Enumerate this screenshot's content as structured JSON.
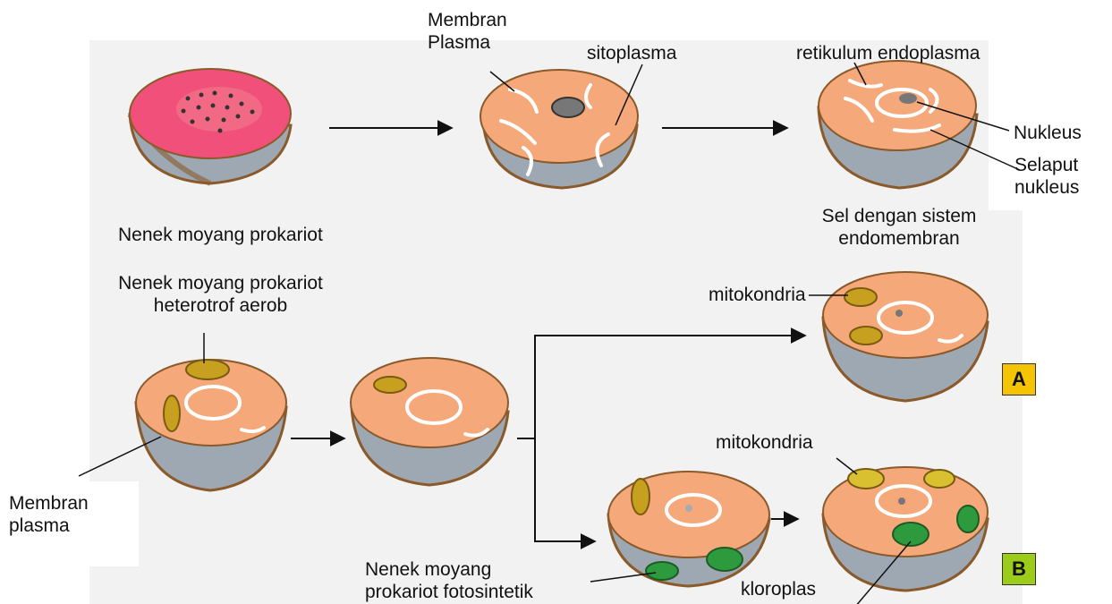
{
  "labels": {
    "ancestor_prokaryote": "Nenek moyang prokariot",
    "plasma_membrane_top": "Membran\nPlasma",
    "cytoplasm": "sitoplasma",
    "endoplasmic_reticulum": "retikulum endoplasma",
    "nucleus": "Nukleus",
    "nuclear_envelope": "Selaput\nnukleus",
    "endomembrane_cell": "Sel dengan sistem\nendomembran",
    "aerobic_heterotroph": "Nenek moyang prokariot\nheterotrof aerob",
    "plasma_membrane_bottom": "Membran\nplasma",
    "mitochondria_a": "mitokondria",
    "mitochondria_b": "mitokondria",
    "photosynthetic_prokaryote": "Nenek moyang\nprokariot fotosintetik",
    "chloroplast": "kloroplas"
  },
  "badges": {
    "a": {
      "text": "A",
      "color": "#f5c400"
    },
    "b": {
      "text": "B",
      "color": "#9ccc1a"
    }
  },
  "colors": {
    "paper": "#f2f2f2",
    "cell_top": "#f5a97a",
    "cell_side": "#9da8b3",
    "cell_rim": "#8a5a2a",
    "prokaryote_top": "#f0507a",
    "mitochondrion": "#c8a020",
    "chloroplast": "#2e9a3e",
    "membrane_lines": "#ffffff"
  }
}
